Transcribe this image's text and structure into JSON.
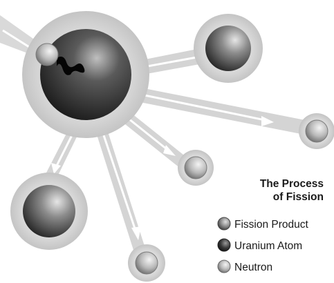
{
  "title": {
    "line1": "The Process",
    "line2": "of Fission"
  },
  "legend": [
    {
      "key": "fission-product",
      "label": "Fission Product"
    },
    {
      "key": "uranium-atom",
      "label": "Uranium Atom"
    },
    {
      "key": "neutron",
      "label": "Neutron"
    }
  ]
}
